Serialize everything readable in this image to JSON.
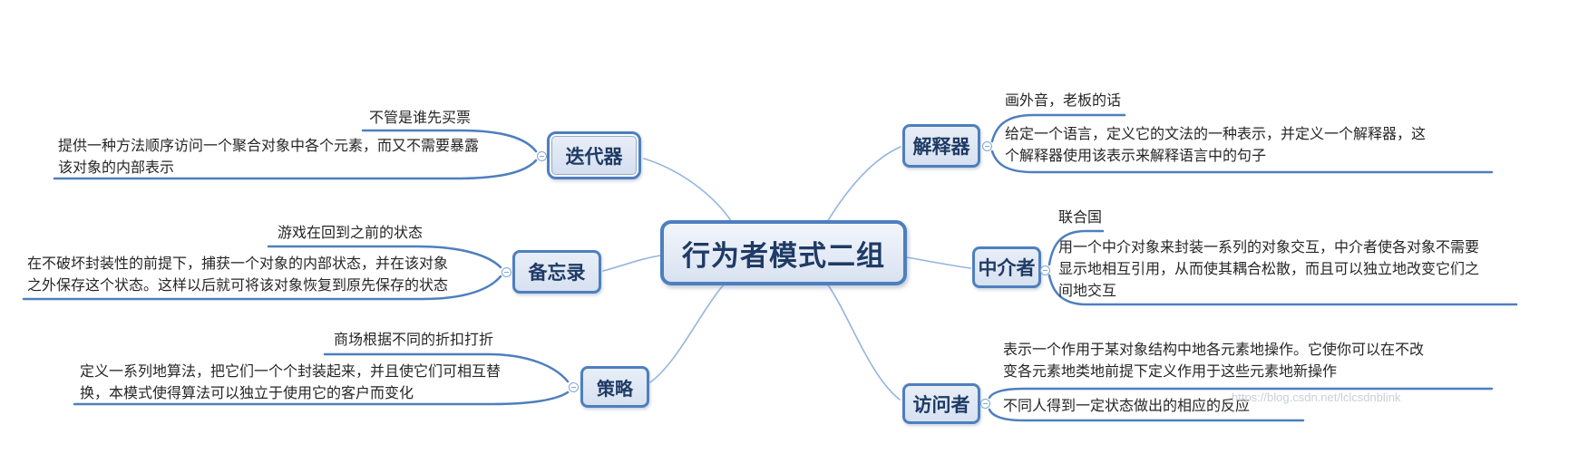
{
  "colors": {
    "node_border": "#4e7fbe",
    "node_fill": "#dbe5f2",
    "node_text": "#1f3b66",
    "underline": "#4e7fbe",
    "branch_curve": "#94b5e0",
    "body_text": "#262626",
    "watermark_text": "#c9ced6"
  },
  "center": {
    "label": "行为者模式二组"
  },
  "branches": {
    "iterator": {
      "label": "迭代器",
      "example": "不管是谁先买票",
      "desc_lines": [
        "提供一种方法顺序访问一个聚合对象中各个元素，而又不需要暴露",
        "该对象的内部表示"
      ]
    },
    "memento": {
      "label": "备忘录",
      "example": "游戏在回到之前的状态",
      "desc_lines": [
        "在不破坏封装性的前提下，捕获一个对象的内部状态，并在该对象",
        "之外保存这个状态。这样以后就可将该对象恢复到原先保存的状态"
      ]
    },
    "strategy": {
      "label": "策略",
      "example": "商场根据不同的折扣打折",
      "desc_lines": [
        "定义一系列地算法，把它们一个个封装起来，并且使它们可相互替",
        "换，本模式使得算法可以独立于使用它的客户而变化"
      ]
    },
    "interpreter": {
      "label": "解释器",
      "example": "画外音，老板的话",
      "desc_lines": [
        "给定一个语言，定义它的文法的一种表示，并定义一个解释器，这",
        "个解释器使用该表示来解释语言中的句子"
      ]
    },
    "mediator": {
      "label": "中介者",
      "example": "联合国",
      "desc_lines": [
        "用一个中介对象来封装一系列的对象交互，中介者使各对象不需要",
        "显示地相互引用，从而使其耦合松散，而且可以独立地改变它们之",
        "间地交互"
      ]
    },
    "visitor": {
      "label": "访问者",
      "example": "不同人得到一定状态做出的相应的反应",
      "desc_lines": [
        "表示一个作用于某对象结构中地各元素地操作。它使你可以在不改",
        "变各元素地类地前提下定义作用于这些元素地新操作"
      ]
    }
  },
  "watermark": "https://blog.csdn.net/lclcsdnblink"
}
